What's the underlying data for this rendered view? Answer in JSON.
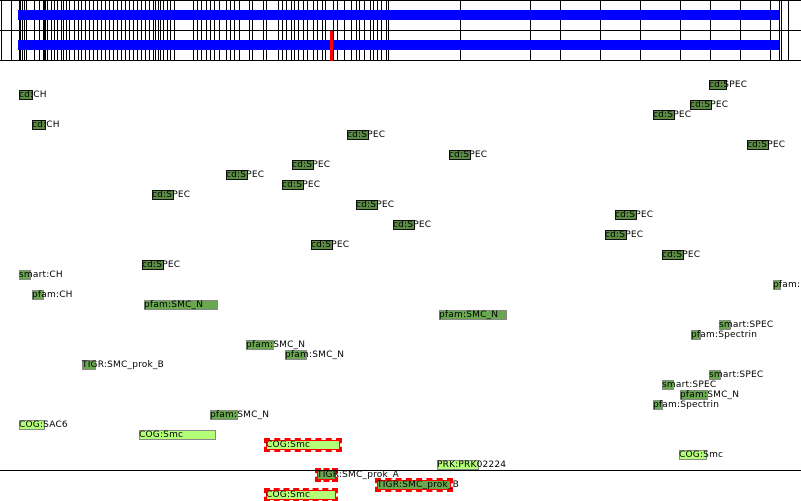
{
  "overview": {
    "track_color": "#0000ff",
    "marker_color": "#ff0000"
  },
  "colors": {
    "cd": "#5a8a44",
    "pfam": "#6aa84f",
    "cog": "#b4ff78",
    "selected": "#ff0000"
  },
  "features": [
    {
      "label": "cd:CH"
    },
    {
      "label": "cd:CH"
    },
    {
      "label": "cd:SPEC"
    },
    {
      "label": "cd:SPEC"
    },
    {
      "label": "cd:SPEC"
    },
    {
      "label": "cd:SPEC"
    },
    {
      "label": "cd:SPEC"
    },
    {
      "label": "cd:SPEC"
    },
    {
      "label": "cd:SPEC"
    },
    {
      "label": "cd:SPEC"
    },
    {
      "label": "cd:SPEC"
    },
    {
      "label": "cd:SPEC"
    },
    {
      "label": "cd:SPEC"
    },
    {
      "label": "cd:SPEC"
    },
    {
      "label": "cd:SPEC"
    },
    {
      "label": "cd:SPEC"
    },
    {
      "label": "cd:SPEC"
    },
    {
      "label": "cd:SPEC"
    },
    {
      "label": "cd:SPEC"
    },
    {
      "label": "smart:CH"
    },
    {
      "label": "pfam:CH"
    },
    {
      "label": "pfam:SMC_N"
    },
    {
      "label": "pfam:SMC_N"
    },
    {
      "label": "pfam:SMC_N"
    },
    {
      "label": "pfam:SMC_N"
    },
    {
      "label": "TIGR:SMC_prok_B"
    },
    {
      "label": "pfam:SMC_N"
    },
    {
      "label": "pfam:"
    },
    {
      "label": "smart:SPEC"
    },
    {
      "label": "pfam:Spectrin"
    },
    {
      "label": "smart:SPEC"
    },
    {
      "label": "smart:SPEC"
    },
    {
      "label": "pfam:SMC_N"
    },
    {
      "label": "pfam:Spectrin"
    },
    {
      "label": "COG:SAC6"
    },
    {
      "label": "COG:Smc"
    },
    {
      "label": "COG:Smc"
    },
    {
      "label": "PRK:PRK02224"
    },
    {
      "label": "COG:Smc"
    },
    {
      "label": "TIGR:SMC_prok_A"
    },
    {
      "label": "TIGR:SMC_prok_B"
    },
    {
      "label": "COG:Smc"
    }
  ]
}
